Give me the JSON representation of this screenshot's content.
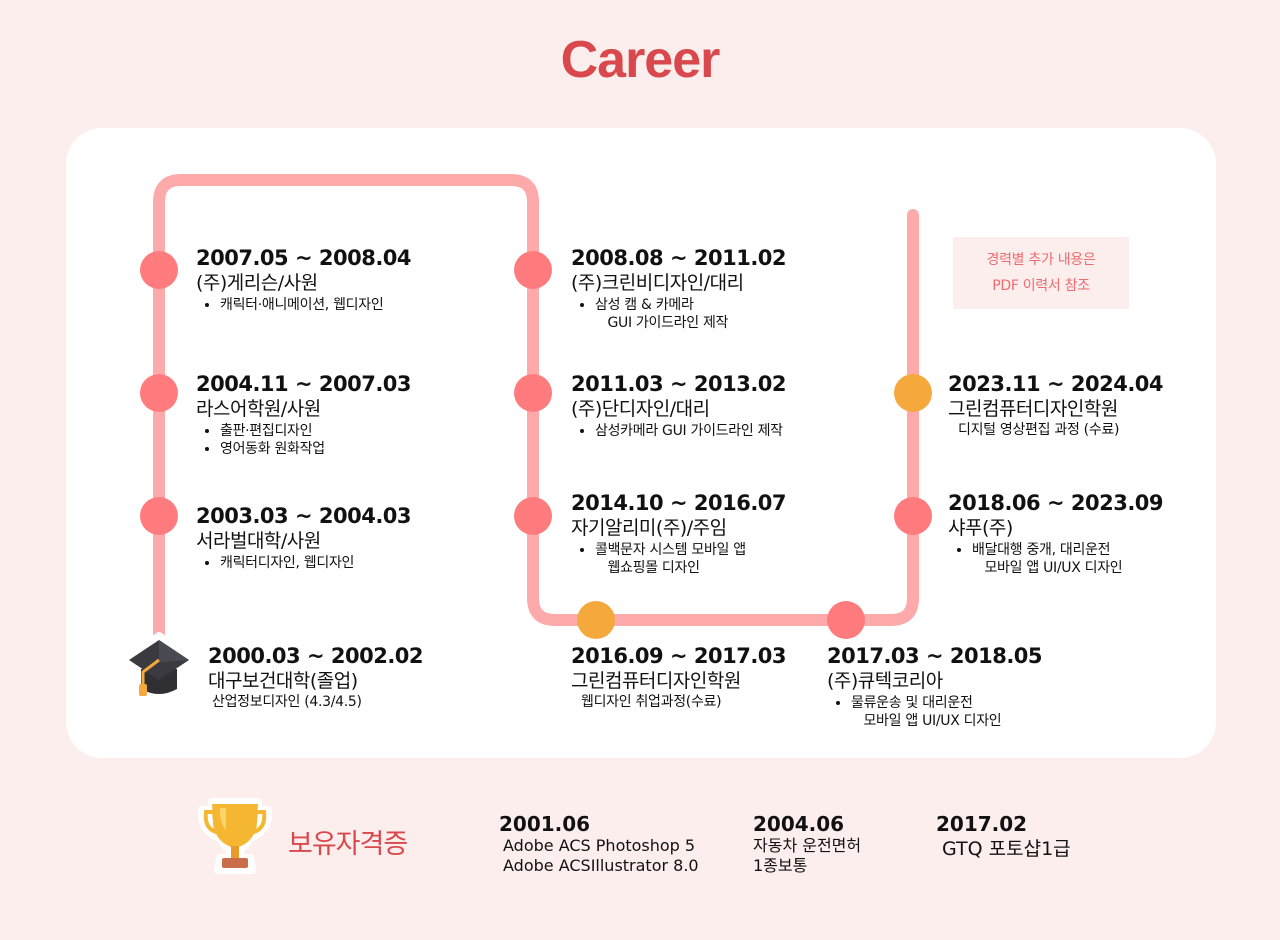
{
  "page": {
    "title": "Career"
  },
  "colors": {
    "accent": "#d9484c",
    "track": "#ffaaaa",
    "node_pink": "#ff7b7e",
    "node_gold": "#f5a93c"
  },
  "note": {
    "line1": "경력별 추가 내용은",
    "line2": "PDF 이력서 참조"
  },
  "timeline": [
    {
      "date": "2007.05 ~ 2008.04",
      "org": "(주)게리슨/사원",
      "details": [
        "캐릭터·애니메이션, 웹디자인"
      ],
      "bullets": true
    },
    {
      "date": "2004.11 ~ 2007.03",
      "org": "라스어학원/사원",
      "details": [
        "출판·편집디자인",
        "영어동화 원화작업"
      ],
      "bullets": true
    },
    {
      "date": "2003.03 ~ 2004.03",
      "org": "서라벌대학/사원",
      "details": [
        "캐릭터디자인, 웹디자인"
      ],
      "bullets": true
    },
    {
      "date": "2000.03 ~ 2002.02",
      "org": "대구보건대학(졸업)",
      "details": [
        "산업정보디자인 (4.3/4.5)"
      ],
      "bullets": false
    },
    {
      "date": "2008.08 ~ 2011.02",
      "org": "(주)크린비디자인/대리",
      "details": [
        "삼성 캠 & 카메라\n   GUI 가이드라인 제작"
      ],
      "bullets": true
    },
    {
      "date": "2011.03 ~ 2013.02",
      "org": "(주)단디자인/대리",
      "details": [
        "삼성카메라 GUI 가이드라인 제작"
      ],
      "bullets": true
    },
    {
      "date": "2014.10 ~ 2016.07",
      "org": "자기알리미(주)/주임",
      "details": [
        "콜백문자 시스템 모바일 앱\n   웹쇼핑몰 디자인"
      ],
      "bullets": true
    },
    {
      "date": "2016.09 ~ 2017.03",
      "org": "그린컴퓨터디자인학원",
      "details": [
        "웹디자인 취업과정(수료)"
      ],
      "bullets": false
    },
    {
      "date": "2017.03 ~ 2018.05",
      "org": "(주)큐텍코리아",
      "details": [
        "물류운송 및 대리운전\n   모바일 앱 UI/UX 디자인"
      ],
      "bullets": true
    },
    {
      "date": "2018.06 ~ 2023.09",
      "org": "샤푸(주)",
      "details": [
        "배달대행 중개, 대리운전\n   모바일 앱 UI/UX 디자인"
      ],
      "bullets": true
    },
    {
      "date": "2023.11 ~ 2024.04",
      "org": "그린컴퓨터디자인학원",
      "details": [
        "디지털 영상편집 과정 (수료)"
      ],
      "bullets": false
    }
  ],
  "certifications": {
    "heading": "보유자격증",
    "items": [
      {
        "date": "2001.06",
        "lines": [
          "Adobe ACS Photoshop 5",
          "Adobe ACSIllustrator 8.0"
        ]
      },
      {
        "date": "2004.06",
        "lines": [
          "자동차 운전면허",
          "1종보통"
        ]
      },
      {
        "date": "2017.02",
        "lines": [
          "GTQ 포토샵1급"
        ]
      }
    ]
  }
}
